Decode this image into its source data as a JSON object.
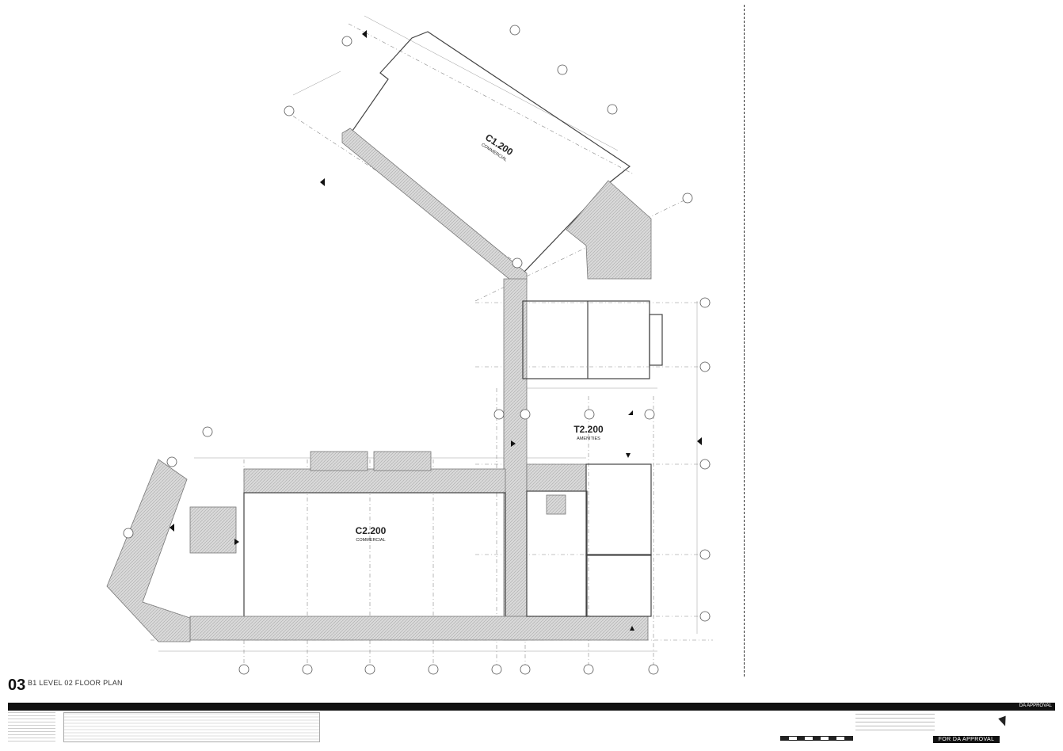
{
  "rooms": [
    {
      "id": "c1",
      "code": "C1.200",
      "use": "COMMERCIAL"
    },
    {
      "id": "c2",
      "code": "C2.200",
      "use": "COMMERCIAL"
    },
    {
      "id": "t2",
      "code": "T2.200",
      "use": "AMENITIES"
    }
  ],
  "sheet": {
    "drawing_number": "03",
    "drawing_title": "B1 LEVEL 02 FLOOR PLAN",
    "status_banner": "DA APPROVAL",
    "approval_stamp": "FOR DA APPROVAL"
  },
  "colors": {
    "hatch": "#bdbdbd",
    "linework": "#444444",
    "titleblock": "#111111"
  }
}
